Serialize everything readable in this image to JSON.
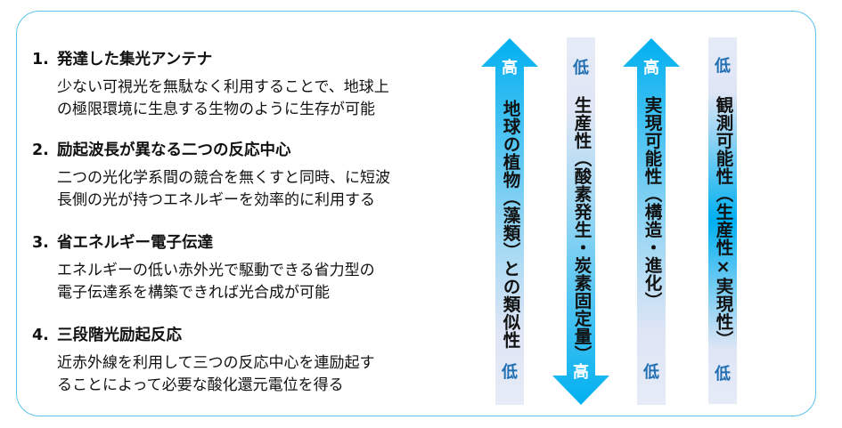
{
  "items": [
    {
      "number": "1.",
      "title": "発達した集光アンテナ",
      "lines": [
        "少ない可視光を無駄なく利用することで、地球上",
        "の極限環境に生息する生物のように生存が可能"
      ]
    },
    {
      "number": "2.",
      "title": "励起波長が異なる二つの反応中心",
      "lines": [
        "二つの光化学系間の競合を無くすと同時、に短波",
        "長側の光が持つエネルギーを効率的に利用する"
      ]
    },
    {
      "number": "3.",
      "title": "省エネルギー電子伝達",
      "lines": [
        "エネルギーの低い赤外光で駆動できる省力型の",
        "電子伝達系を構築できれば光合成が可能"
      ]
    },
    {
      "number": "4.",
      "title": "三段階光励起反応",
      "lines": [
        "近赤外線を利用して三つの反応中心を連励起す",
        "ることによって必要な酸化還元電位を得る"
      ]
    }
  ],
  "axes": [
    {
      "label": "地球の植物（藻類）との類似性",
      "top": "高",
      "bottom": "低",
      "direction": "up"
    },
    {
      "label": "生産性（酸素発生・炭素固定量）",
      "top": "低",
      "bottom": "高",
      "direction": "down"
    },
    {
      "label": "実現可能性（構造・進化）",
      "top": "高",
      "bottom": "低",
      "direction": "up"
    },
    {
      "label": "観測可能性（生産性×実現性）",
      "top": "低",
      "bottom": "低",
      "direction": "none"
    }
  ],
  "colors": {
    "frame": "#5cc3ea",
    "arrow_strong": "#00b0f0",
    "arrow_weak": "#dfe5f5",
    "low_text": "#1f6fb2"
  }
}
